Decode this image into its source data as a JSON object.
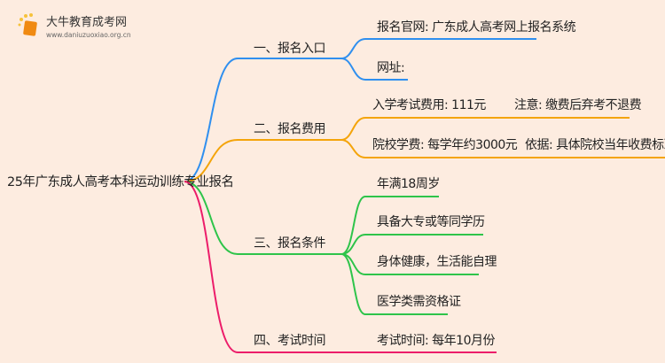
{
  "logo": {
    "title": "大牛教育成考网",
    "url": "www.daniuzuoxiao.org.cn"
  },
  "root": "25年广东成人高考本科运动训练专业报名",
  "colors": {
    "blue": "#2f8fef",
    "orange": "#f4a40a",
    "green": "#2ec44a",
    "pink": "#ec1d6a",
    "background": "#fdece0"
  },
  "branches": [
    {
      "label": "一、报名入口",
      "leaves": [
        "报名官网: 广东成人高考网上报名系统",
        "网址:"
      ]
    },
    {
      "label": "二、报名费用",
      "leaves": [
        {
          "text": "入学考试费用: 111元",
          "note": "注意: 缴费后弃考不退费"
        },
        {
          "text": "院校学费: 每学年约3000元",
          "note": "依据: 具体院校当年收费标准"
        }
      ]
    },
    {
      "label": "三、报名条件",
      "leaves": [
        "年满18周岁",
        "具备大专或等同学历",
        "身体健康，生活能自理",
        "医学类需资格证"
      ]
    },
    {
      "label": "四、考试时间",
      "leaves": [
        "考试时间: 每年10月份"
      ]
    }
  ]
}
